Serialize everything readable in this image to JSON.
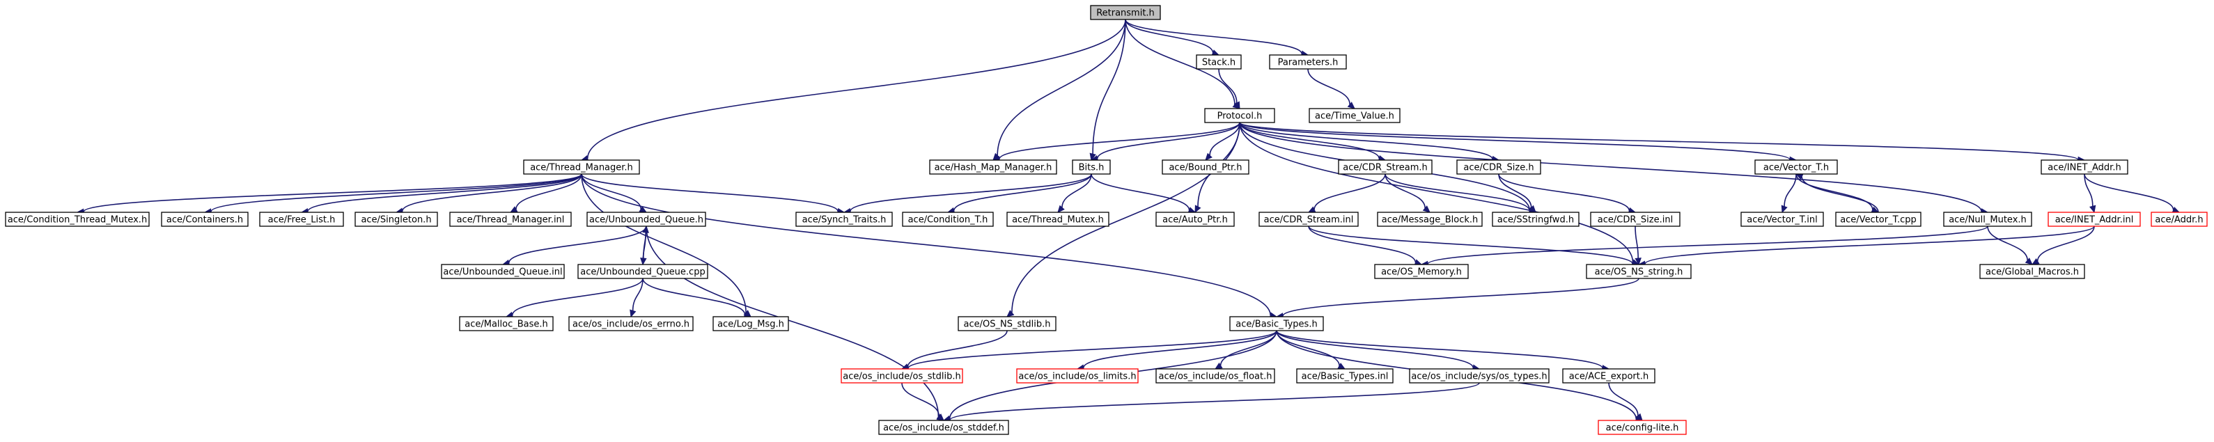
{
  "colors": {
    "node_border": "#000000",
    "node_border_missing": "#ff0000",
    "current_fill": "#bfbfbf",
    "node_fill": "#ffffff",
    "edge": "#191970"
  },
  "nodes": [
    {
      "id": "retransmit",
      "label": "Retransmit.h",
      "style": "current"
    },
    {
      "id": "stack",
      "label": "Stack.h",
      "style": "normal"
    },
    {
      "id": "parameters",
      "label": "Parameters.h",
      "style": "normal"
    },
    {
      "id": "time_value",
      "label": "ace/Time_Value.h",
      "style": "normal"
    },
    {
      "id": "protocol",
      "label": "Protocol.h",
      "style": "normal"
    },
    {
      "id": "thread_manager_h",
      "label": "ace/Thread_Manager.h",
      "style": "normal"
    },
    {
      "id": "hash_map_manager",
      "label": "ace/Hash_Map_Manager.h",
      "style": "normal"
    },
    {
      "id": "bits",
      "label": "Bits.h",
      "style": "normal"
    },
    {
      "id": "bound_ptr",
      "label": "ace/Bound_Ptr.h",
      "style": "normal"
    },
    {
      "id": "cdr_stream_h",
      "label": "ace/CDR_Stream.h",
      "style": "normal"
    },
    {
      "id": "cdr_size_h",
      "label": "ace/CDR_Size.h",
      "style": "normal"
    },
    {
      "id": "vector_t_h",
      "label": "ace/Vector_T.h",
      "style": "normal"
    },
    {
      "id": "inet_addr_h",
      "label": "ace/INET_Addr.h",
      "style": "normal"
    },
    {
      "id": "cond_thread_mutex",
      "label": "ace/Condition_Thread_Mutex.h",
      "style": "normal"
    },
    {
      "id": "containers",
      "label": "ace/Containers.h",
      "style": "normal"
    },
    {
      "id": "free_list",
      "label": "ace/Free_List.h",
      "style": "normal"
    },
    {
      "id": "singleton",
      "label": "ace/Singleton.h",
      "style": "normal"
    },
    {
      "id": "thread_manager_inl",
      "label": "ace/Thread_Manager.inl",
      "style": "normal"
    },
    {
      "id": "unbounded_queue_h",
      "label": "ace/Unbounded_Queue.h",
      "style": "normal"
    },
    {
      "id": "synch_traits",
      "label": "ace/Synch_Traits.h",
      "style": "normal"
    },
    {
      "id": "condition_t",
      "label": "ace/Condition_T.h",
      "style": "normal"
    },
    {
      "id": "thread_mutex",
      "label": "ace/Thread_Mutex.h",
      "style": "normal"
    },
    {
      "id": "auto_ptr",
      "label": "ace/Auto_Ptr.h",
      "style": "normal"
    },
    {
      "id": "cdr_stream_inl",
      "label": "ace/CDR_Stream.inl",
      "style": "normal"
    },
    {
      "id": "message_block",
      "label": "ace/Message_Block.h",
      "style": "normal"
    },
    {
      "id": "sstringfwd",
      "label": "ace/SStringfwd.h",
      "style": "normal"
    },
    {
      "id": "cdr_size_inl",
      "label": "ace/CDR_Size.inl",
      "style": "normal"
    },
    {
      "id": "vector_t_inl",
      "label": "ace/Vector_T.inl",
      "style": "normal"
    },
    {
      "id": "vector_t_cpp",
      "label": "ace/Vector_T.cpp",
      "style": "normal"
    },
    {
      "id": "null_mutex",
      "label": "ace/Null_Mutex.h",
      "style": "normal"
    },
    {
      "id": "inet_addr_inl",
      "label": "ace/INET_Addr.inl",
      "style": "missing"
    },
    {
      "id": "addr",
      "label": "ace/Addr.h",
      "style": "missing"
    },
    {
      "id": "unbounded_queue_inl",
      "label": "ace/Unbounded_Queue.inl",
      "style": "normal"
    },
    {
      "id": "unbounded_queue_cpp",
      "label": "ace/Unbounded_Queue.cpp",
      "style": "normal"
    },
    {
      "id": "os_memory",
      "label": "ace/OS_Memory.h",
      "style": "normal"
    },
    {
      "id": "os_ns_string",
      "label": "ace/OS_NS_string.h",
      "style": "normal"
    },
    {
      "id": "global_macros",
      "label": "ace/Global_Macros.h",
      "style": "normal"
    },
    {
      "id": "malloc_base",
      "label": "ace/Malloc_Base.h",
      "style": "normal"
    },
    {
      "id": "os_errno",
      "label": "ace/os_include/os_errno.h",
      "style": "normal"
    },
    {
      "id": "log_msg",
      "label": "ace/Log_Msg.h",
      "style": "normal"
    },
    {
      "id": "os_ns_stdlib",
      "label": "ace/OS_NS_stdlib.h",
      "style": "normal"
    },
    {
      "id": "basic_types_h",
      "label": "ace/Basic_Types.h",
      "style": "normal"
    },
    {
      "id": "os_stdlib",
      "label": "ace/os_include/os_stdlib.h",
      "style": "missing"
    },
    {
      "id": "os_limits",
      "label": "ace/os_include/os_limits.h",
      "style": "missing"
    },
    {
      "id": "os_float",
      "label": "ace/os_include/os_float.h",
      "style": "normal"
    },
    {
      "id": "basic_types_inl",
      "label": "ace/Basic_Types.inl",
      "style": "normal"
    },
    {
      "id": "os_types",
      "label": "ace/os_include/sys/os_types.h",
      "style": "normal"
    },
    {
      "id": "ace_export",
      "label": "ace/ACE_export.h",
      "style": "normal"
    },
    {
      "id": "os_stddef",
      "label": "ace/os_include/os_stddef.h",
      "style": "normal"
    },
    {
      "id": "config_lite",
      "label": "ace/config-lite.h",
      "style": "missing"
    }
  ],
  "edges": [
    [
      "retransmit",
      "stack"
    ],
    [
      "retransmit",
      "parameters"
    ],
    [
      "retransmit",
      "protocol"
    ],
    [
      "retransmit",
      "thread_manager_h"
    ],
    [
      "retransmit",
      "hash_map_manager"
    ],
    [
      "retransmit",
      "bits"
    ],
    [
      "stack",
      "protocol"
    ],
    [
      "parameters",
      "time_value"
    ],
    [
      "protocol",
      "hash_map_manager"
    ],
    [
      "protocol",
      "bits"
    ],
    [
      "protocol",
      "bound_ptr"
    ],
    [
      "protocol",
      "auto_ptr"
    ],
    [
      "protocol",
      "os_ns_stdlib"
    ],
    [
      "protocol",
      "cdr_stream_h"
    ],
    [
      "protocol",
      "cdr_size_h"
    ],
    [
      "protocol",
      "vector_t_h"
    ],
    [
      "protocol",
      "inet_addr_h"
    ],
    [
      "protocol",
      "null_mutex"
    ],
    [
      "protocol",
      "os_ns_string"
    ],
    [
      "protocol",
      "sstringfwd"
    ],
    [
      "thread_manager_h",
      "cond_thread_mutex"
    ],
    [
      "thread_manager_h",
      "containers"
    ],
    [
      "thread_manager_h",
      "free_list"
    ],
    [
      "thread_manager_h",
      "singleton"
    ],
    [
      "thread_manager_h",
      "thread_manager_inl"
    ],
    [
      "thread_manager_h",
      "unbounded_queue_h"
    ],
    [
      "thread_manager_h",
      "synch_traits"
    ],
    [
      "thread_manager_h",
      "log_msg"
    ],
    [
      "thread_manager_h",
      "basic_types_h"
    ],
    [
      "bits",
      "synch_traits"
    ],
    [
      "bits",
      "condition_t"
    ],
    [
      "bits",
      "thread_mutex"
    ],
    [
      "bits",
      "auto_ptr"
    ],
    [
      "cdr_stream_h",
      "cdr_stream_inl"
    ],
    [
      "cdr_stream_h",
      "message_block"
    ],
    [
      "cdr_stream_h",
      "sstringfwd"
    ],
    [
      "cdr_size_h",
      "sstringfwd"
    ],
    [
      "cdr_size_h",
      "cdr_size_inl"
    ],
    [
      "vector_t_h",
      "vector_t_inl"
    ],
    [
      "vector_t_h",
      "vector_t_cpp"
    ],
    [
      "vector_t_cpp",
      "vector_t_h"
    ],
    [
      "inet_addr_h",
      "inet_addr_inl"
    ],
    [
      "inet_addr_h",
      "addr"
    ],
    [
      "null_mutex",
      "global_macros"
    ],
    [
      "null_mutex",
      "os_memory"
    ],
    [
      "inet_addr_inl",
      "global_macros"
    ],
    [
      "inet_addr_inl",
      "os_ns_string"
    ],
    [
      "unbounded_queue_h",
      "unbounded_queue_inl"
    ],
    [
      "unbounded_queue_h",
      "unbounded_queue_cpp"
    ],
    [
      "unbounded_queue_h",
      "os_stddef"
    ],
    [
      "unbounded_queue_cpp",
      "unbounded_queue_h"
    ],
    [
      "unbounded_queue_cpp",
      "malloc_base"
    ],
    [
      "unbounded_queue_cpp",
      "os_errno"
    ],
    [
      "unbounded_queue_cpp",
      "log_msg"
    ],
    [
      "cdr_stream_inl",
      "os_memory"
    ],
    [
      "cdr_stream_inl",
      "os_ns_string"
    ],
    [
      "cdr_size_inl",
      "os_ns_string"
    ],
    [
      "os_ns_string",
      "basic_types_h"
    ],
    [
      "os_ns_stdlib",
      "os_stdlib"
    ],
    [
      "basic_types_h",
      "os_stdlib"
    ],
    [
      "basic_types_h",
      "os_limits"
    ],
    [
      "basic_types_h",
      "os_float"
    ],
    [
      "basic_types_h",
      "basic_types_inl"
    ],
    [
      "basic_types_h",
      "os_types"
    ],
    [
      "basic_types_h",
      "ace_export"
    ],
    [
      "basic_types_h",
      "os_stddef"
    ],
    [
      "basic_types_h",
      "config_lite"
    ],
    [
      "os_stdlib",
      "os_stddef"
    ],
    [
      "os_types",
      "os_stddef"
    ],
    [
      "ace_export",
      "config_lite"
    ]
  ]
}
